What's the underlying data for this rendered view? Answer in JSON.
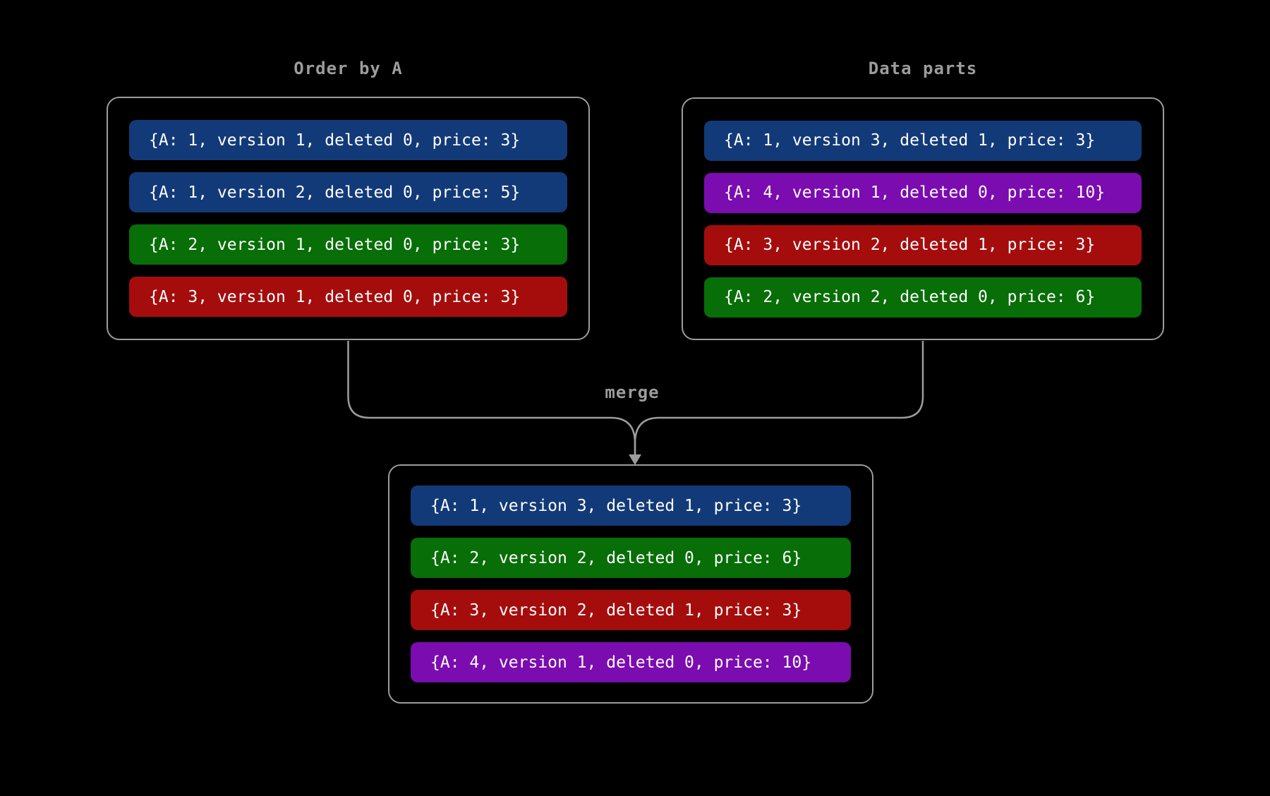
{
  "palette": {
    "background": "#000000",
    "line_gray": "#9c9c9c",
    "text_white": "#ffffff",
    "row_blue": "#133a78",
    "row_green": "#086e08",
    "row_red": "#a50d0d",
    "row_purple": "#7b0cb0"
  },
  "left_panel": {
    "title": "Order by A",
    "rows": [
      {
        "color": "blue",
        "text": "{A: 1, version 1, deleted 0, price: 3}"
      },
      {
        "color": "blue",
        "text": "{A: 1, version 2, deleted 0, price: 5}"
      },
      {
        "color": "green",
        "text": "{A: 2, version 1, deleted 0, price: 3}"
      },
      {
        "color": "red",
        "text": "{A: 3, version 1, deleted 0, price: 3}"
      }
    ]
  },
  "right_panel": {
    "title": "Data parts",
    "rows": [
      {
        "color": "blue",
        "text": "{A: 1, version 3, deleted 1, price: 3}"
      },
      {
        "color": "purple",
        "text": "{A: 4, version 1, deleted 0, price: 10}"
      },
      {
        "color": "red",
        "text": "{A: 3, version 2, deleted 1, price: 3}"
      },
      {
        "color": "green",
        "text": "{A: 2, version 2, deleted 0, price: 6}"
      }
    ]
  },
  "merge": {
    "label": "merge"
  },
  "result_panel": {
    "rows": [
      {
        "color": "blue",
        "text": "{A: 1, version 3, deleted 1, price: 3}"
      },
      {
        "color": "green",
        "text": "{A: 2, version 2, deleted 0, price: 6}"
      },
      {
        "color": "red",
        "text": "{A: 3, version 2, deleted 1, price: 3}"
      },
      {
        "color": "purple",
        "text": "{A: 4, version 1, deleted 0, price: 10}"
      }
    ]
  }
}
